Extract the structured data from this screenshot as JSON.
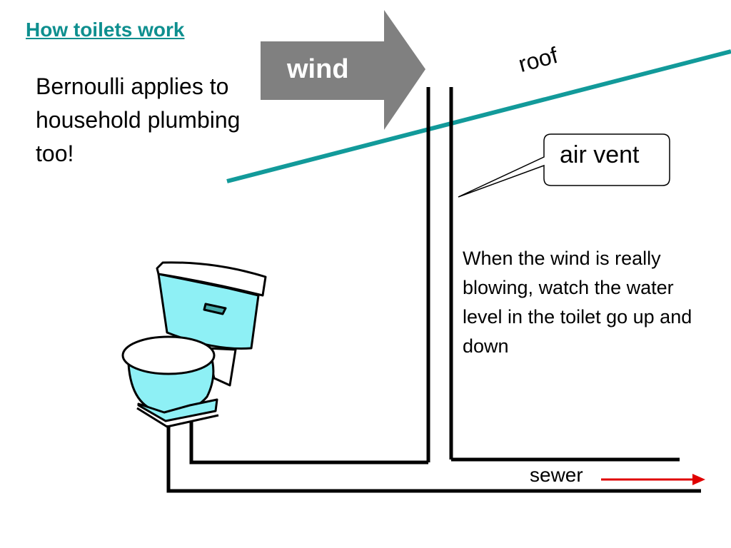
{
  "title": "How toilets work",
  "intro": "Bernoulli applies to household plumbing too!",
  "wind_label": "wind",
  "roof_label": "roof",
  "vent_callout": "air vent",
  "explanation": "When the wind is really blowing, watch the water level in the toilet go up and down",
  "sewer_label": "sewer",
  "colors": {
    "title": "#0e8f8f",
    "roof": "#129a9a",
    "wind_arrow": "#808080",
    "toilet": "#8ef0f5",
    "sewer_arrow": "#e00000"
  }
}
